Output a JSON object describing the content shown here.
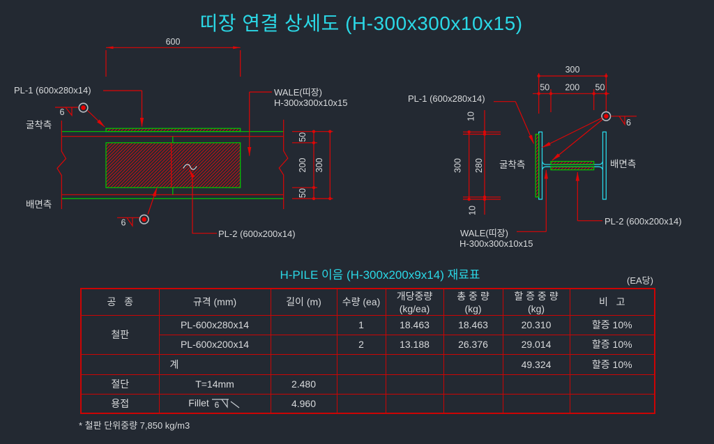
{
  "title": "띠장 연결 상세도 (H-300x300x10x15)",
  "left_view": {
    "dim_600": "600",
    "dim_50a": "50",
    "dim_200": "200",
    "dim_50b": "50",
    "dim_300": "300",
    "label_pl1": "PL-1 (600x280x14)",
    "label_wale_line1": "WALE(띠장)",
    "label_wale_line2": "H-300x300x10x15",
    "label_excavation_side": "굴착측",
    "label_back_side": "배면측",
    "label_pl2": "PL-2 (600x200x14)",
    "weld_size_top": "6",
    "weld_size_bottom": "6"
  },
  "right_view": {
    "dim_300_top": "300",
    "dim_50a": "50",
    "dim_200": "200",
    "dim_50b": "50",
    "dim_10_top": "10",
    "dim_280": "280",
    "dim_300_left": "300",
    "dim_10_bottom": "10",
    "label_pl1": "PL-1 (600x280x14)",
    "label_excavation_side": "굴착측",
    "label_back_side": "배면측",
    "label_wale_line1": "WALE(띠장)",
    "label_wale_line2": "H-300x300x10x15",
    "label_pl2": "PL-2 (600x200x14)",
    "weld_size": "6"
  },
  "table": {
    "title": "H-PILE 이음 (H-300x200x9x14) 재료표",
    "unit_note": "(EA당)",
    "headers": {
      "work": "공   종",
      "spec": "규격 (mm)",
      "length": "길이 (m)",
      "qty": "수량 (ea)",
      "unit_weight_1": "개당중량",
      "unit_weight_2": "(kg/ea)",
      "total_weight_1": "총 중 량",
      "total_weight_2": "(kg)",
      "surcharge_weight_1": "할 증 중 량",
      "surcharge_weight_2": "(kg)",
      "remark": "비   고"
    },
    "rows": [
      {
        "work": "철판",
        "spec": "PL-600x280x14",
        "qty": "1",
        "unit": "18.463",
        "total": "18.463",
        "sur": "20.310",
        "remark": "할증 10%"
      },
      {
        "spec": "PL-600x200x14",
        "qty": "2",
        "unit": "13.188",
        "total": "26.376",
        "sur": "29.014",
        "remark": "할증 10%"
      },
      {
        "spec": "계",
        "sur": "49.324",
        "remark": "할증 10%"
      },
      {
        "work": "절단",
        "spec": "T=14mm",
        "length": "2.480"
      },
      {
        "work": "용접",
        "spec_prefix": "Fillet",
        "weld_size": "6",
        "length": "4.960"
      }
    ]
  },
  "footnote": "* 철판 단위중량 7,850 kg/m3"
}
